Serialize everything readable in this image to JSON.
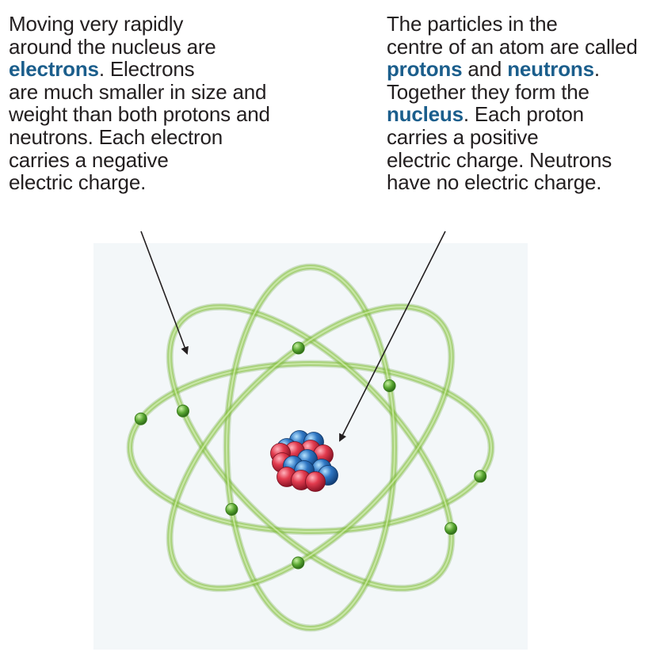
{
  "left_caption": {
    "lines": [
      [
        "Moving very rapidly"
      ],
      [
        "around the nucleus are"
      ],
      [
        {
          "b": "electrons"
        },
        ". Electrons"
      ],
      [
        "are much smaller in size and"
      ],
      [
        "weight than both protons and"
      ],
      [
        "neutrons. Each electron"
      ],
      [
        "carries a negative"
      ],
      [
        "electric charge."
      ]
    ]
  },
  "right_caption": {
    "lines": [
      [
        "The particles in the"
      ],
      [
        "centre of an atom are called"
      ],
      [
        {
          "b": "protons"
        },
        " and ",
        {
          "b": "neutrons"
        },
        "."
      ],
      [
        "Together they form the"
      ],
      [
        {
          "b": "nucleus"
        },
        ". Each proton"
      ],
      [
        "carries a positive"
      ],
      [
        "electric charge. Neutrons"
      ],
      [
        "have no electric charge."
      ]
    ]
  },
  "colors": {
    "keyword": "#1b5e8c",
    "orbit": "#8cc63f",
    "electron": "#5aa832",
    "proton": "#e23b4e",
    "neutron": "#2f77c4",
    "background": "#f3f7f9"
  },
  "nucleus": {
    "protons": 8,
    "neutrons": 8
  },
  "electron_count": 8
}
